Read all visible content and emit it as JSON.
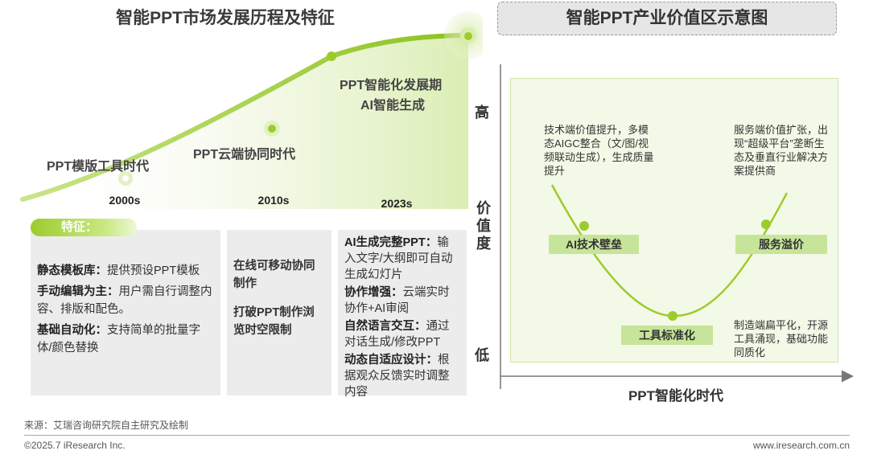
{
  "left_panel": {
    "title": "智能PPT市场发展历程及特征",
    "feature_tag": "特征：",
    "eras": [
      {
        "name": "PPT模版工具时代",
        "year": "2000s",
        "features": [
          {
            "head": "静态模板库：",
            "text": "提供预设PPT模板"
          },
          {
            "head": "手动编辑为主：",
            "text": "用户需自行调整内容、排版和配色。"
          },
          {
            "head": "基础自动化：",
            "text": "支持简单的批量字体/颜色替换"
          }
        ]
      },
      {
        "name": "PPT云端协同时代",
        "year": "2010s",
        "features": [
          {
            "text": "在线可移动协同制作"
          },
          {
            "text": "打破PPT制作浏览时空限制"
          }
        ]
      },
      {
        "name_line1": "PPT智能化发展期",
        "name_line2": "AI智能生成",
        "year": "2023s",
        "features": [
          {
            "head": "AI生成完整PPT：",
            "text": "输入文字/大纲即可自动生成幻灯片"
          },
          {
            "head": "协作增强：",
            "text": "云端实时协作+AI审阅"
          },
          {
            "head": "自然语言交互：",
            "text": "通过对话生成/修改PPT"
          },
          {
            "head": "动态自适应设计：",
            "text": "根据观众反馈实时调整内容"
          }
        ]
      }
    ]
  },
  "right_panel": {
    "title": "智能PPT产业价值区示意图",
    "y_axis": {
      "high": "高",
      "label": "价值度",
      "low": "低"
    },
    "x_axis_label": "PPT智能化时代",
    "stages": [
      "AI技术壁垒",
      "工具标准化",
      "服务溢价"
    ],
    "annotations": {
      "tech": "技术端价值提升，多模态AIGC整合（文/图/视频联动生成），生成质量提升",
      "service": "服务端价值扩张，出现“超级平台”垄断生态及垂直行业解决方案提供商",
      "manufacturing": "制造端扁平化，开源工具涌现，基础功能同质化"
    }
  },
  "footer": {
    "source": "来源：艾瑞咨询研究院自主研究及绘制",
    "copyright": "©2025.7 iResearch Inc.",
    "website": "www.iresearch.com.cn"
  },
  "colors": {
    "accent_green": "#9ccc2c",
    "light_green": "#c7e59a",
    "panel_green": "#f3f9e7",
    "box_gray": "#ececec"
  }
}
